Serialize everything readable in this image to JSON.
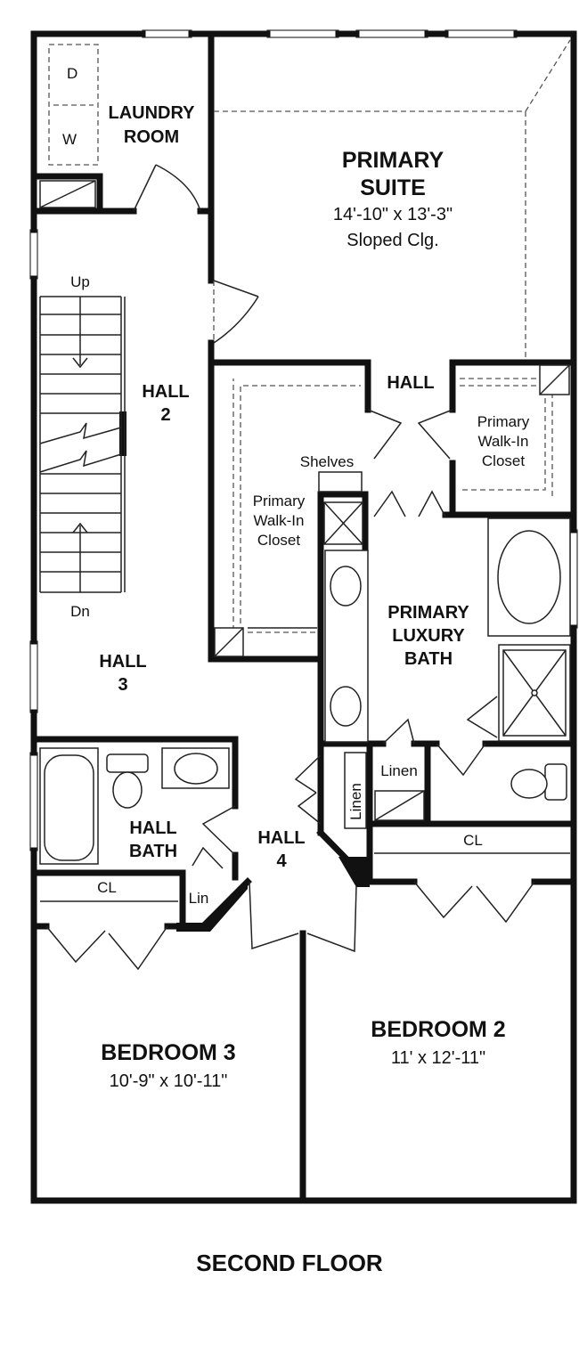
{
  "floor_title": "SECOND FLOOR",
  "rooms": {
    "laundry": {
      "line1": "LAUNDRY",
      "line2": "ROOM"
    },
    "dryer": "D",
    "washer": "W",
    "primary_suite": {
      "line1": "PRIMARY",
      "line2": "SUITE",
      "dims": "14'-10\" x 13'-3\"",
      "note": "Sloped Clg."
    },
    "hall_top": "HALL",
    "hall2": {
      "line1": "HALL",
      "line2": "2"
    },
    "hall3": {
      "line1": "HALL",
      "line2": "3"
    },
    "hall4": {
      "line1": "HALL",
      "line2": "4"
    },
    "stairs_up": "Up",
    "stairs_dn": "Dn",
    "shelves": "Shelves",
    "closet_left": {
      "line1": "Primary",
      "line2": "Walk-In",
      "line3": "Closet"
    },
    "closet_right": {
      "line1": "Primary",
      "line2": "Walk-In",
      "line3": "Closet"
    },
    "luxury_bath": {
      "line1": "PRIMARY",
      "line2": "LUXURY",
      "line3": "BATH"
    },
    "linen_a": "Linen",
    "linen_b": "Linen",
    "cl_right": "CL",
    "cl_left": "CL",
    "lin": "Lin",
    "hall_bath": {
      "line1": "HALL",
      "line2": "BATH"
    },
    "bedroom2": {
      "name": "BEDROOM 2",
      "dims": "11' x 12'-11\""
    },
    "bedroom3": {
      "name": "BEDROOM 3",
      "dims": "10'-9\" x 10'-11\""
    }
  }
}
